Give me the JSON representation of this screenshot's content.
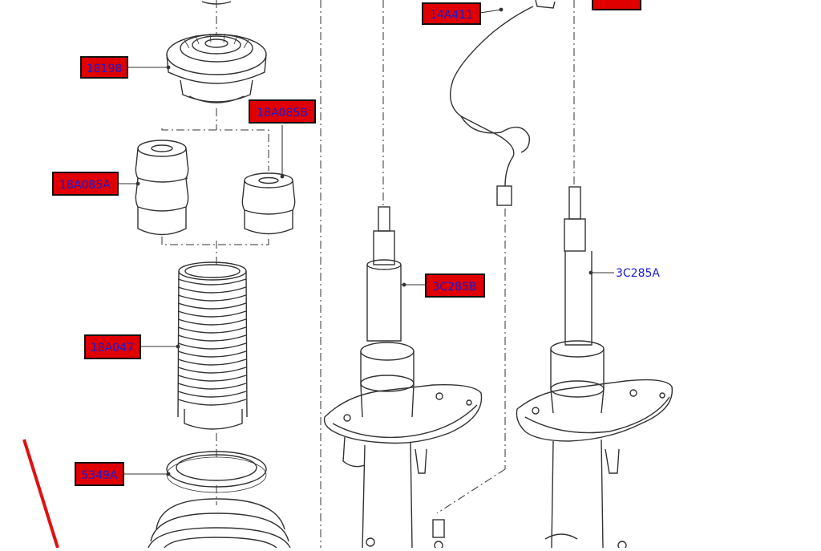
{
  "callouts": [
    {
      "id": "c-14a411",
      "text": "14A411"
    },
    {
      "id": "c-18198",
      "text": "18198"
    },
    {
      "id": "c-18a085b",
      "text": "18A085B"
    },
    {
      "id": "c-18a085a",
      "text": "18A085A"
    },
    {
      "id": "c-3c285b",
      "text": "3C285B"
    },
    {
      "id": "c-18a047",
      "text": "18A047"
    },
    {
      "id": "c-5349a",
      "text": "5349A"
    }
  ],
  "plain_label": {
    "text": "3C285A"
  },
  "colors": {
    "callout_fill": "#e00000",
    "callout_border": "#111111",
    "callout_text": "#1a1ad0",
    "line": "#333333",
    "accent_mark": "#e01010"
  }
}
